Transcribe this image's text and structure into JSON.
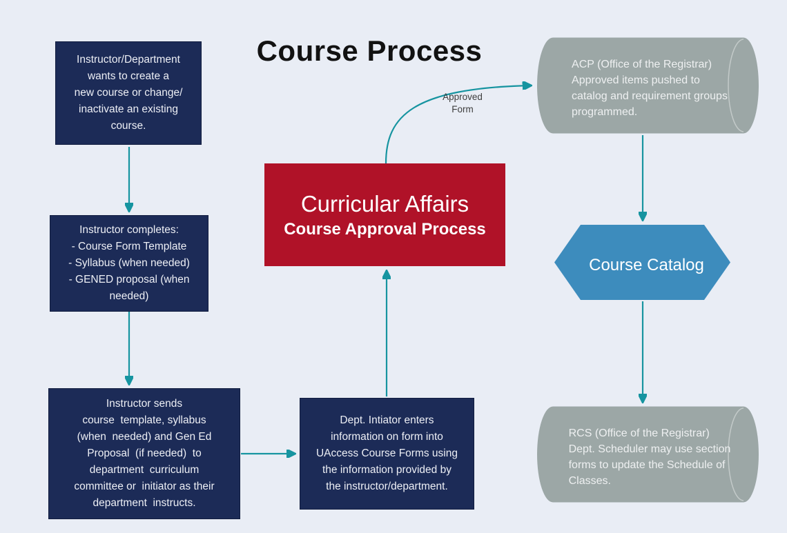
{
  "title": "Course Process",
  "colors": {
    "background": "#E9EDF5",
    "navy": "#1C2B57",
    "red": "#B01228",
    "teal": "#1694A0",
    "gray": "#9CA7A6",
    "gray_line": "#C3CAC9",
    "blue": "#3D8CBD",
    "title_text": "#121212",
    "node_text": "#EDEFF5",
    "label_text": "#3D3D3D"
  },
  "nodes": {
    "start": {
      "text": "Instructor/Department\nwants to create a\nnew course or change/\ninactivate an existing\ncourse."
    },
    "instructor_completes": {
      "text": "Instructor completes:\n- Course Form Template\n- Syllabus (when needed)\n- GENED proposal (when\nneeded)"
    },
    "instructor_sends": {
      "text": "Instructor sends\ncourse  template, syllabus\n(when  needed) and Gen Ed\nProposal  (if needed)  to\ndepartment  curriculum\ncommittee or  initiator as their\ndepartment  instructs."
    },
    "dept_initiator": {
      "text": "Dept. Intiator enters\ninformation on form into\nUAccess Course Forms using\nthe information provided by\nthe instructor/department."
    },
    "curricular_affairs": {
      "title": "Curricular Affairs",
      "subtitle": "Course Approval Process"
    },
    "acp": {
      "text": "ACP (Office of the Registrar)\nApproved items pushed to\ncatalog and requirement groups\nprogrammed."
    },
    "course_catalog": {
      "text": "Course Catalog"
    },
    "rcs": {
      "text": "RCS (Office of the Registrar)\nDept. Scheduler may use section\nforms to update the Schedule of\nClasses."
    }
  },
  "edge_labels": {
    "approved_form": "Approved\nForm"
  }
}
